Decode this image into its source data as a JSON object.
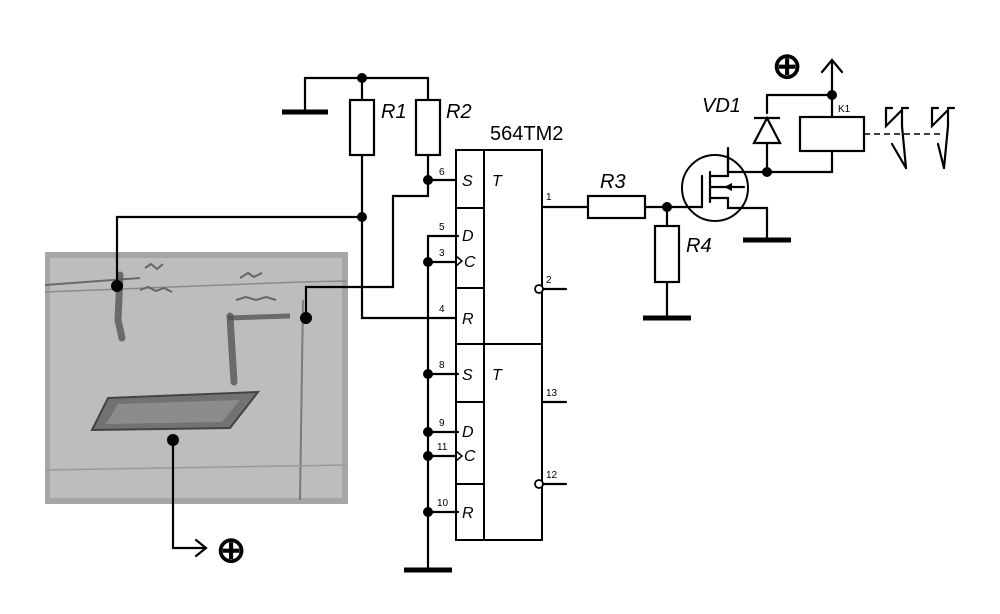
{
  "chip": {
    "part_number": "564TM2",
    "upper": {
      "pins": {
        "s": "6",
        "d": "5",
        "c": "3",
        "r": "4",
        "q": "1",
        "qbar": "2"
      },
      "labels": {
        "s": "S",
        "d": "D",
        "c": "C",
        "r": "R",
        "t": "T"
      }
    },
    "lower": {
      "pins": {
        "s": "8",
        "d": "9",
        "c": "11",
        "r": "10",
        "q": "13",
        "qbar": "12"
      },
      "labels": {
        "s": "S",
        "d": "D",
        "c": "C",
        "r": "R",
        "t": "T"
      }
    }
  },
  "components": {
    "r1": "R1",
    "r2": "R2",
    "r3": "R3",
    "r4": "R4",
    "vd1": "VD1",
    "k1": "K1"
  },
  "power_symbols": {
    "plus_top": "⊕",
    "plus_bottom": "⊕"
  }
}
